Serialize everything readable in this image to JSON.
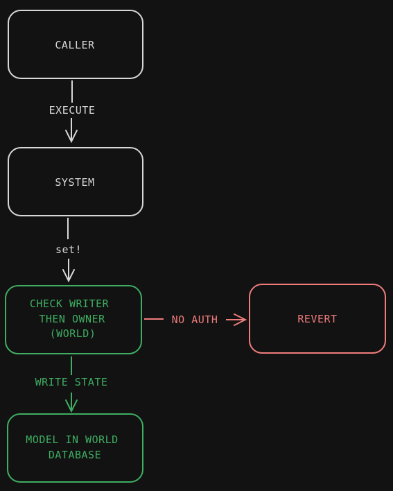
{
  "colors": {
    "background": "#121212",
    "neutral": "#d8d8d8",
    "success": "#3fae62",
    "danger": "#f07c7c"
  },
  "nodes": {
    "caller": {
      "lines": [
        "CALLER"
      ]
    },
    "system": {
      "lines": [
        "SYSTEM"
      ]
    },
    "check": {
      "lines": [
        "CHECK WRITER",
        "THEN OWNER",
        "(WORLD)"
      ]
    },
    "revert": {
      "lines": [
        "REVERT"
      ]
    },
    "model": {
      "lines": [
        "MODEL IN WORLD",
        "DATABASE"
      ]
    }
  },
  "edges": {
    "execute": {
      "label": "EXECUTE"
    },
    "set": {
      "label": "set!"
    },
    "no_auth": {
      "label": "NO AUTH"
    },
    "write_state": {
      "label": "WRITE STATE"
    }
  }
}
